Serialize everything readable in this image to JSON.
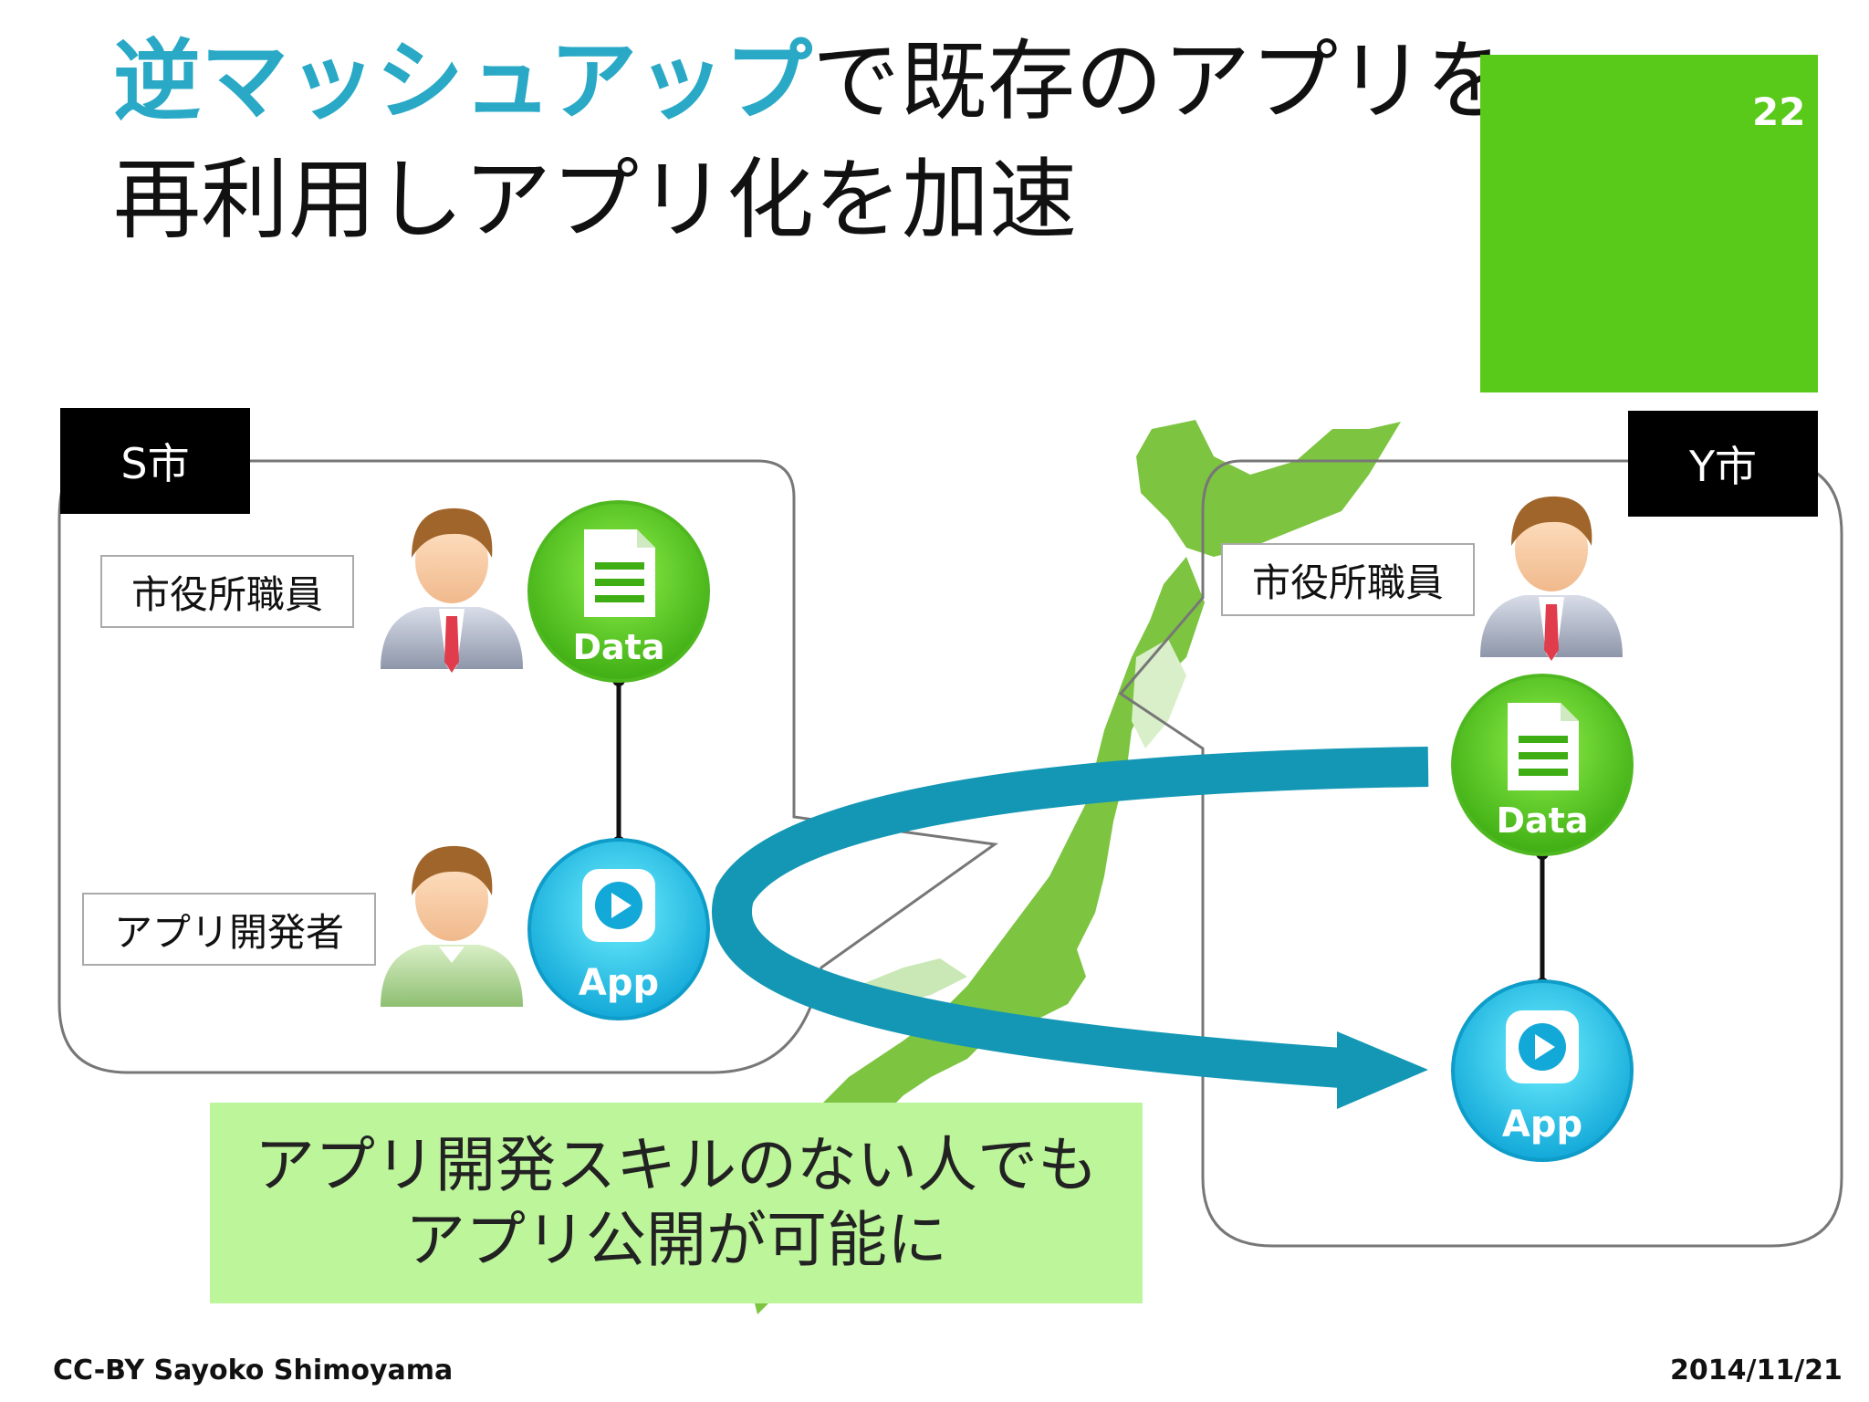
{
  "title": {
    "line1_accent": "逆マッシュアップ",
    "line1_rest": "で既存のアプリを",
    "line2": "再利用しアプリ化を加速"
  },
  "page_number": "22",
  "regions": {
    "left": {
      "label": "S市"
    },
    "right": {
      "label": "Y市"
    }
  },
  "roles": {
    "city_staff": "市役所職員",
    "app_developer": "アプリ開発者"
  },
  "icons": {
    "data_label": "Data",
    "app_label": "App"
  },
  "callout": {
    "line1": "アプリ開発スキルのない人でも",
    "line2": "アプリ公開が可能に"
  },
  "footer": {
    "credit": "CC-BY Sayoko Shimoyama",
    "date": "2014/11/21"
  },
  "colors": {
    "accent_blue": "#29a9c6",
    "corner_green": "#59c91a",
    "callout_green": "#bdf59b",
    "map_green": "#7dc441",
    "arrow_teal": "#1497b5"
  }
}
